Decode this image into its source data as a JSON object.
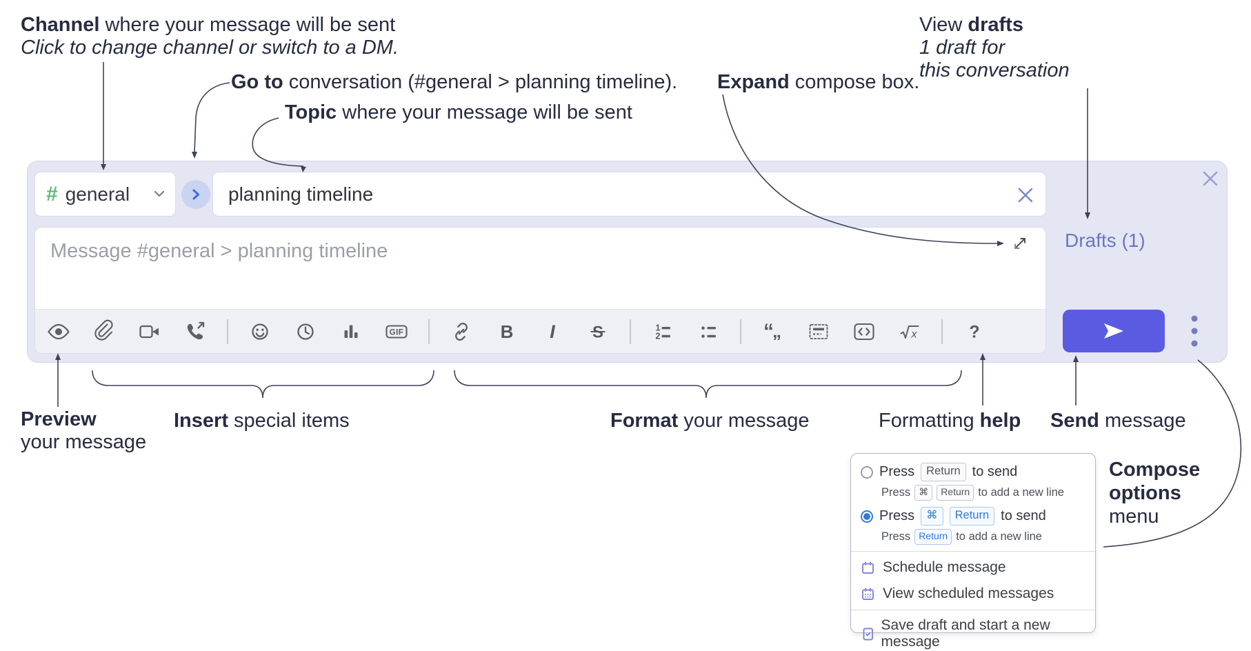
{
  "colors": {
    "accent_send": "#5a5be2",
    "hash_green": "#63b877",
    "drafts_link": "#6b78c4",
    "compose_bg": "#e4e6f3",
    "kbd_blue": "#2f77e3",
    "annotation_text": "#272c41"
  },
  "annotations": {
    "channel": {
      "lead": "Channel",
      "rest": " where your message will be sent",
      "sub": "Click to change channel or switch to a DM."
    },
    "go_to": {
      "lead": "Go to",
      "rest": " conversation (#general > planning timeline)."
    },
    "topic": {
      "lead": "Topic",
      "rest": " where your message will be sent"
    },
    "expand": {
      "lead": "Expand",
      "rest": " compose box."
    },
    "view_drafts": {
      "pre": "View ",
      "lead": "drafts",
      "line2": "1 draft for",
      "line3": "this conversation"
    },
    "preview": {
      "lead": "Preview",
      "line2": "your message"
    },
    "insert": {
      "lead": "Insert",
      "rest": " special items"
    },
    "format": {
      "lead": "Format",
      "rest": " your message"
    },
    "formatting_help": {
      "pre": "Formatting ",
      "lead": "help"
    },
    "send": {
      "lead": "Send",
      "rest": " message"
    },
    "compose_options": {
      "line1": "Compose",
      "line2": "options",
      "line3": "menu"
    }
  },
  "compose_box": {
    "channel_selector": {
      "hash": "#",
      "name": "general",
      "chevron_icon": "chevron-down-icon"
    },
    "go_to_button_icon": "chevron-right-icon",
    "topic_input": {
      "value": "planning timeline",
      "clear_icon": "close-icon"
    },
    "message_input": {
      "placeholder": "Message #general > planning timeline"
    },
    "expand_icon": "expand-diagonal-icon",
    "close_icon": "close-icon",
    "drafts_link": {
      "label": "Drafts (1)"
    },
    "toolbar": {
      "icon_names": [
        "preview-eye-icon",
        "attach-paperclip-icon",
        "video-call-icon",
        "voice-call-icon",
        "emoji-icon",
        "time-icon",
        "poll-icon",
        "gif-icon",
        "link-icon",
        "bold-icon",
        "italic-icon",
        "strikethrough-icon",
        "numbered-list-icon",
        "bulleted-list-icon",
        "quote-icon",
        "spoiler-icon",
        "code-icon",
        "math-icon",
        "help-icon"
      ],
      "glyphs": {
        "gif": "GIF",
        "bold": "B",
        "italic": "I",
        "strike": "S",
        "ol_1": "1",
        "ol_2": "2",
        "quote_open": "“",
        "quote_low": "„",
        "math_x": "x",
        "help": "?"
      }
    },
    "send_button_icon": "send-paper-plane-icon",
    "options_menu_icon": "vertical-ellipsis-icon"
  },
  "popup_menu": {
    "options": [
      {
        "selected": false,
        "pre": "Press",
        "keys": [
          "Return"
        ],
        "post": "to send",
        "sub_pre": "Press",
        "sub_keys": [
          "⌘",
          "Return"
        ],
        "sub_post": "to add a new line"
      },
      {
        "selected": true,
        "pre": "Press",
        "keys": [
          "⌘",
          "Return"
        ],
        "post": "to send",
        "sub_pre": "Press",
        "sub_keys": [
          "Return"
        ],
        "sub_post": "to add a new line"
      }
    ],
    "items": [
      {
        "icon": "calendar-icon",
        "label": "Schedule message"
      },
      {
        "icon": "calendar-grid-icon",
        "label": "View scheduled messages"
      },
      {
        "icon": "save-draft-icon",
        "label": "Save draft and start a new message"
      }
    ]
  }
}
